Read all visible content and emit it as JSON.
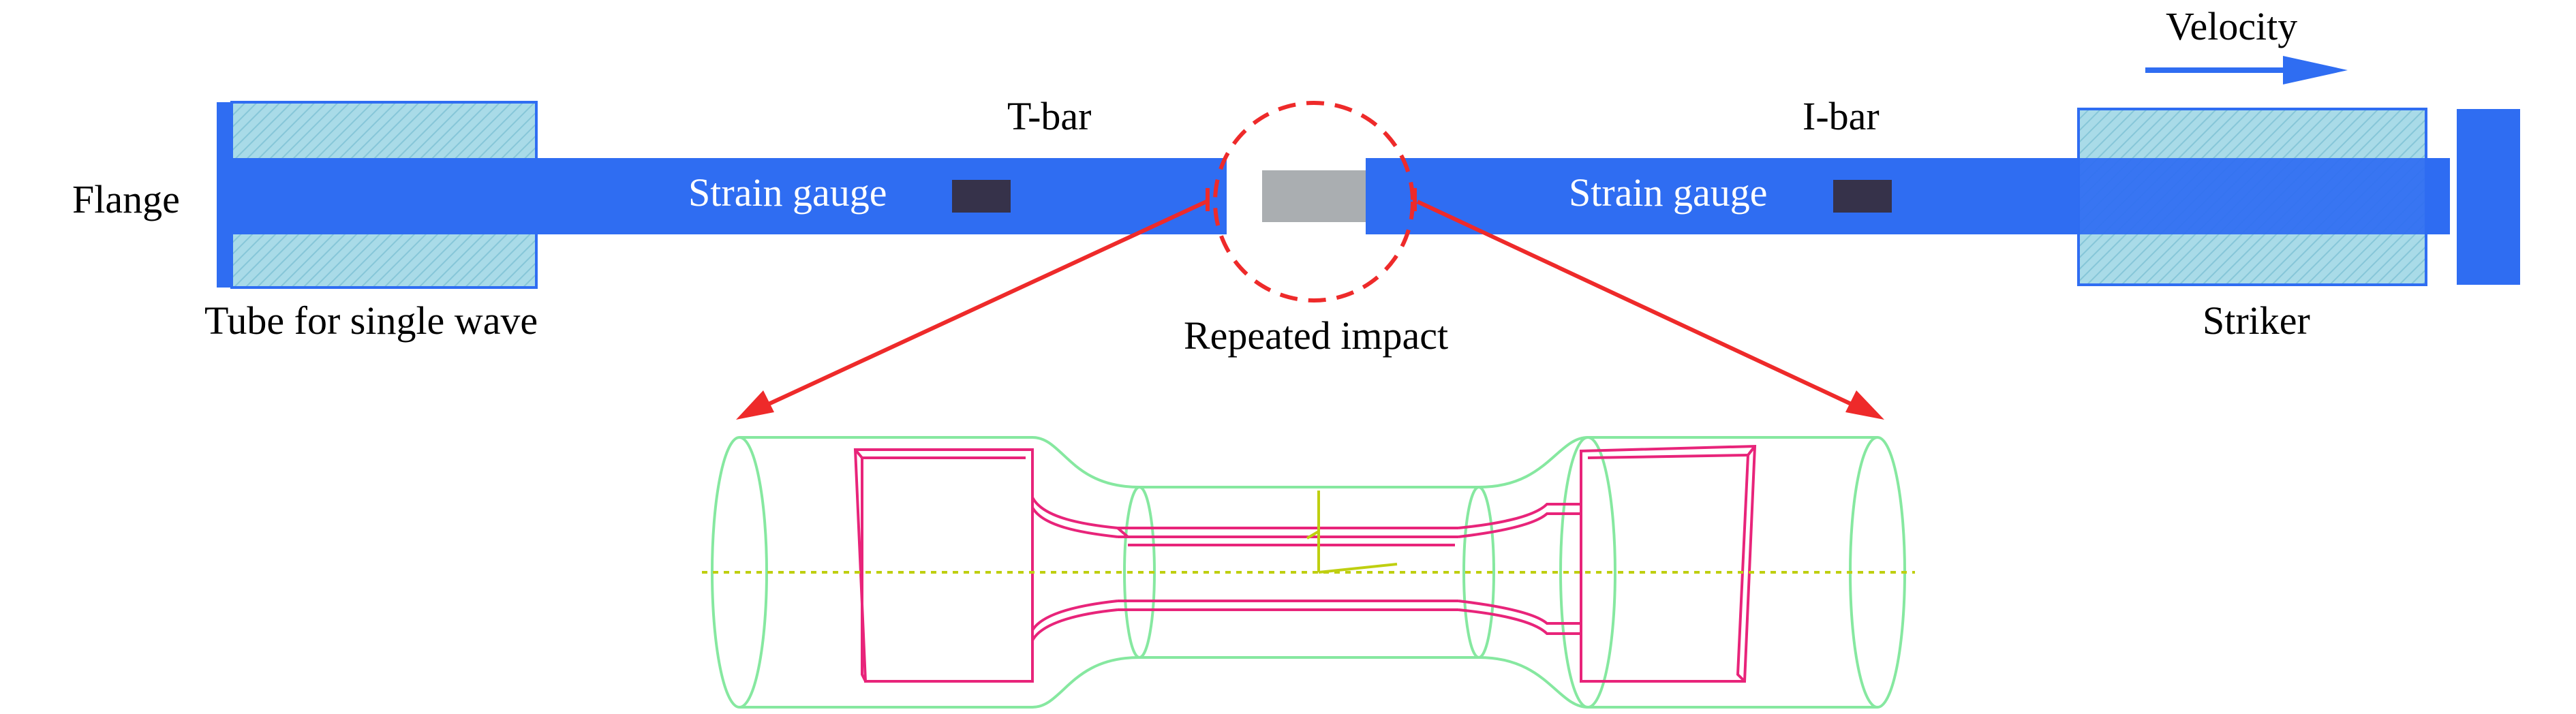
{
  "labels": {
    "velocity": "Velocity",
    "t_bar": "T-bar",
    "i_bar": "I-bar",
    "flange": "Flange",
    "strain_gauge_left": "Strain gauge",
    "strain_gauge_right": "Strain gauge",
    "tube": "Tube for single wave",
    "repeated_impact": "Repeated impact",
    "striker": "Striker"
  },
  "colors": {
    "bar_blue": "#2f6df2",
    "tube_fill": "#a9dbe8",
    "tube_hatch": "#7cc3d8",
    "gauge": "#36324a",
    "specimen_gray": "#aaaeb1",
    "callout_red": "#ee2a2a",
    "wireframe_green": "#86e8a0",
    "specimen_magenta": "#e8247a",
    "axis_yellow": "#bfcf10"
  }
}
